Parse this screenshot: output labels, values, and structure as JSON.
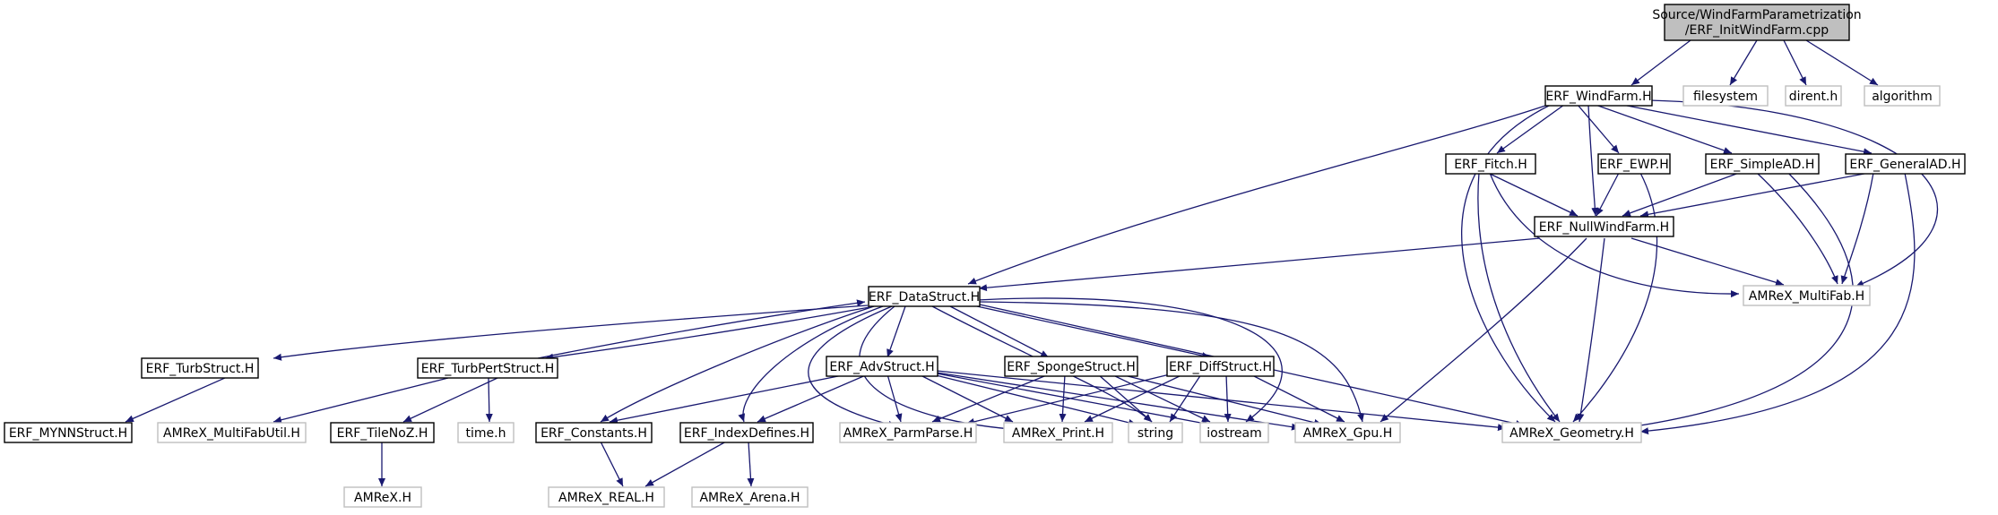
{
  "graph": {
    "root": [
      "Source/WindFarmParametrization",
      "/ERF_InitWindFarm.cpp"
    ],
    "nodes": {
      "root": "Source/WindFarmParametrization/ERF_InitWindFarm.cpp",
      "windfarm": "ERF_WindFarm.H",
      "filesystem": "filesystem",
      "dirent": "dirent.h",
      "algorithm": "algorithm",
      "fitch": "ERF_Fitch.H",
      "ewp": "ERF_EWP.H",
      "simplead": "ERF_SimpleAD.H",
      "generalad": "ERF_GeneralAD.H",
      "nullwindfarm": "ERF_NullWindFarm.H",
      "datastruct": "ERF_DataStruct.H",
      "multifab": "AMReX_MultiFab.H",
      "turbstruct": "ERF_TurbStruct.H",
      "turbpertstruct": "ERF_TurbPertStruct.H",
      "advstruct": "ERF_AdvStruct.H",
      "spongestruct": "ERF_SpongeStruct.H",
      "diffstruct": "ERF_DiffStruct.H",
      "mynnstruct": "ERF_MYNNStruct.H",
      "multifabutil": "AMReX_MultiFabUtil.H",
      "tilenoz": "ERF_TileNoZ.H",
      "timeh": "time.h",
      "constants": "ERF_Constants.H",
      "indexdefines": "ERF_IndexDefines.H",
      "parmparse": "AMReX_ParmParse.H",
      "print": "AMReX_Print.H",
      "string": "string",
      "iostream": "iostream",
      "gpu": "AMReX_Gpu.H",
      "geometry": "AMReX_Geometry.H",
      "amrex": "AMReX.H",
      "real": "AMReX_REAL.H",
      "arena": "AMReX_Arena.H"
    },
    "colors": {
      "edge": "#191970",
      "root_fill": "#bfbfbf",
      "root_stroke": "#000000",
      "internal_stroke": "#000000",
      "external_stroke": "#bfbfbf",
      "external_text": "#000000"
    }
  }
}
